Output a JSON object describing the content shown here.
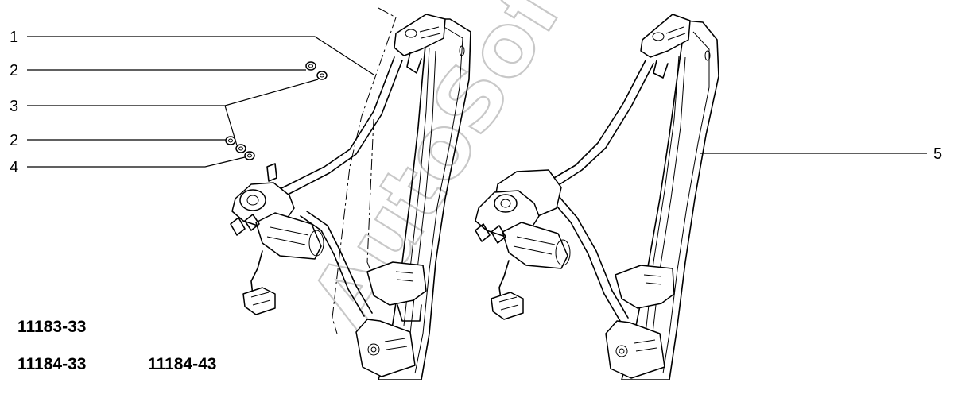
{
  "callouts": [
    {
      "id": "c1",
      "label": "1"
    },
    {
      "id": "c2a",
      "label": "2"
    },
    {
      "id": "c3",
      "label": "3"
    },
    {
      "id": "c2b",
      "label": "2"
    },
    {
      "id": "c4",
      "label": "4"
    },
    {
      "id": "c5",
      "label": "5"
    }
  ],
  "part_codes": [
    "11183-33",
    "11184-33",
    "11184-43"
  ],
  "watermark": "AutoSoft"
}
